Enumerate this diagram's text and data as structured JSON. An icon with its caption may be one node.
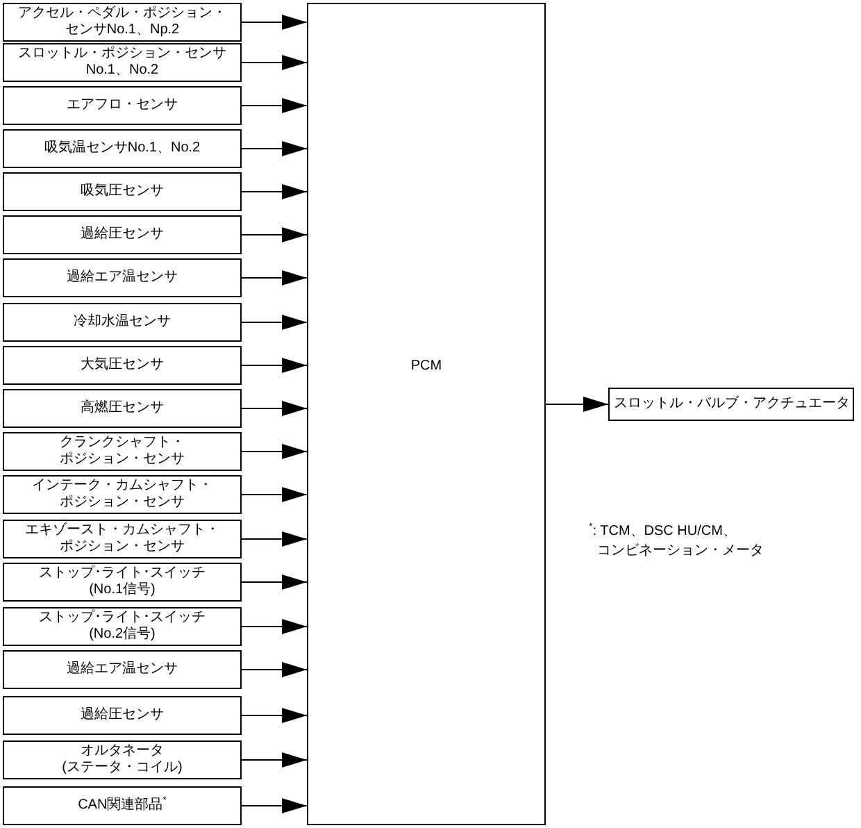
{
  "diagram": {
    "nodes": [
      {
        "text": [
          "アクセル・ペダル・ポジション・センサNo.1、Np.2"
        ]
      },
      {
        "text": [
          "スロットル・ポジション・センサNo.1、No.2"
        ]
      },
      {
        "text": [
          "エアフロ・センサ"
        ]
      },
      {
        "text": [
          "吸気温センサNo.1、No.2"
        ]
      },
      {
        "text": [
          "吸気圧センサ"
        ]
      },
      {
        "text": [
          "過給圧センサ"
        ]
      },
      {
        "text": [
          "過給エア温センサ"
        ]
      },
      {
        "text": [
          "冷却水温センサ"
        ]
      },
      {
        "text": [
          "大気圧センサ"
        ]
      },
      {
        "text": [
          "高燃圧センサ"
        ]
      },
      {
        "text": [
          "クランクシャフト・ポジション・センサ"
        ]
      },
      {
        "text": [
          "インテーク・カムシャフト・ポジション・センサ"
        ]
      },
      {
        "text": [
          "エキゾースト・カムシャフト・ポジション・センサ"
        ]
      },
      {
        "text": [
          "ストップ･ライト･スイッチ(No.1信号)"
        ]
      },
      {
        "text": [
          "ストップ･ライト･スイッチ(No.2信号)"
        ]
      },
      {
        "text": [
          "過給エア温センサ"
        ]
      },
      {
        "text": [
          "過給圧センサ"
        ]
      },
      {
        "text": [
          "オルタネータ(ステータ・コイル)"
        ]
      },
      {
        "text": [
          "CAN関連部品$^{*}$"
        ]
      },
      {
        "text": [
          "PCM"
        ]
      },
      {
        "text": [
          "スロットル・バルブ・アクチュエータ"
        ]
      }
    ],
    "edges": [
      {
        "from": 0,
        "to": 19,
        "arrow": "to"
      },
      {
        "from": 1,
        "to": 19,
        "arrow": "to"
      },
      {
        "from": 2,
        "to": 19,
        "arrow": "to"
      },
      {
        "from": 3,
        "to": 19,
        "arrow": "to"
      },
      {
        "from": 4,
        "to": 19,
        "arrow": "to"
      },
      {
        "from": 5,
        "to": 19,
        "arrow": "to"
      },
      {
        "from": 6,
        "to": 19,
        "arrow": "to"
      },
      {
        "from": 7,
        "to": 19,
        "arrow": "to"
      },
      {
        "from": 8,
        "to": 19,
        "arrow": "to"
      },
      {
        "from": 9,
        "to": 19,
        "arrow": "to"
      },
      {
        "from": 10,
        "to": 19,
        "arrow": "to"
      },
      {
        "from": 11,
        "to": 19,
        "arrow": "to"
      },
      {
        "from": 12,
        "to": 19,
        "arrow": "to"
      },
      {
        "from": 13,
        "to": 19,
        "arrow": "to"
      },
      {
        "from": 14,
        "to": 19,
        "arrow": "to"
      },
      {
        "from": 15,
        "to": 19,
        "arrow": "to"
      },
      {
        "from": 16,
        "to": 19,
        "arrow": "to"
      },
      {
        "from": 17,
        "to": 19,
        "arrow": "to"
      },
      {
        "from": 18,
        "to": 19,
        "arrow": "to"
      },
      {
        "from": 19,
        "to": 20,
        "arrow": "to"
      }
    ],
    "labels": [
      "$^{*}$: TCM、DSC HU/CM、コンビネーション・メータ"
    ]
  }
}
